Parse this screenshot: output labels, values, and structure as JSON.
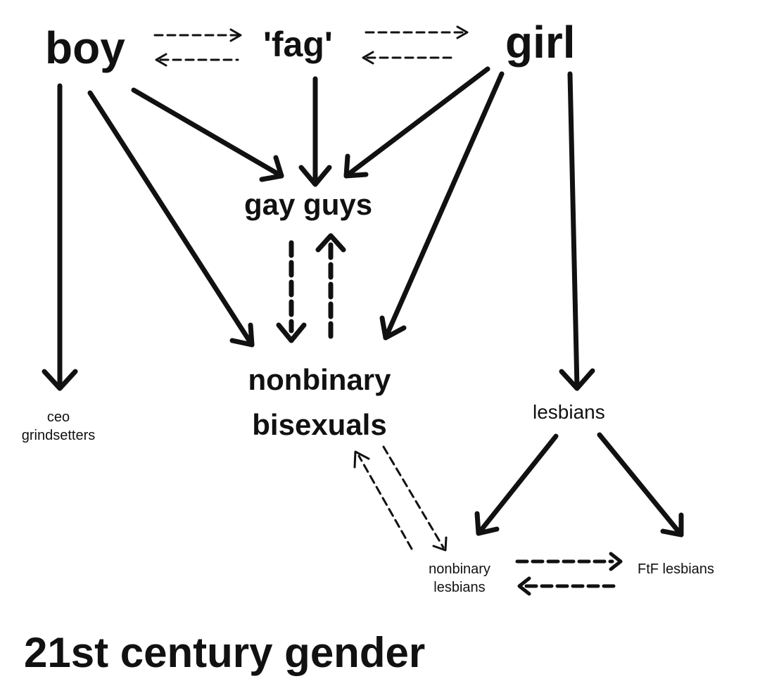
{
  "nodes": {
    "boy": "boy",
    "fag": "'fag'",
    "girl": "girl",
    "gay_guys": "gay guys",
    "nonbinary_bisexuals_line1": "nonbinary",
    "nonbinary_bisexuals_line2": "bisexuals",
    "ceo_line1": "ceo",
    "ceo_line2": "grindsetters",
    "lesbians": "lesbians",
    "nonbinary_lesbians_line1": "nonbinary",
    "nonbinary_lesbians_line2": "lesbians",
    "ftf_lesbians": "FtF lesbians"
  },
  "title": "21st century gender",
  "colors": {
    "ink": "#111111",
    "background": "#ffffff"
  }
}
